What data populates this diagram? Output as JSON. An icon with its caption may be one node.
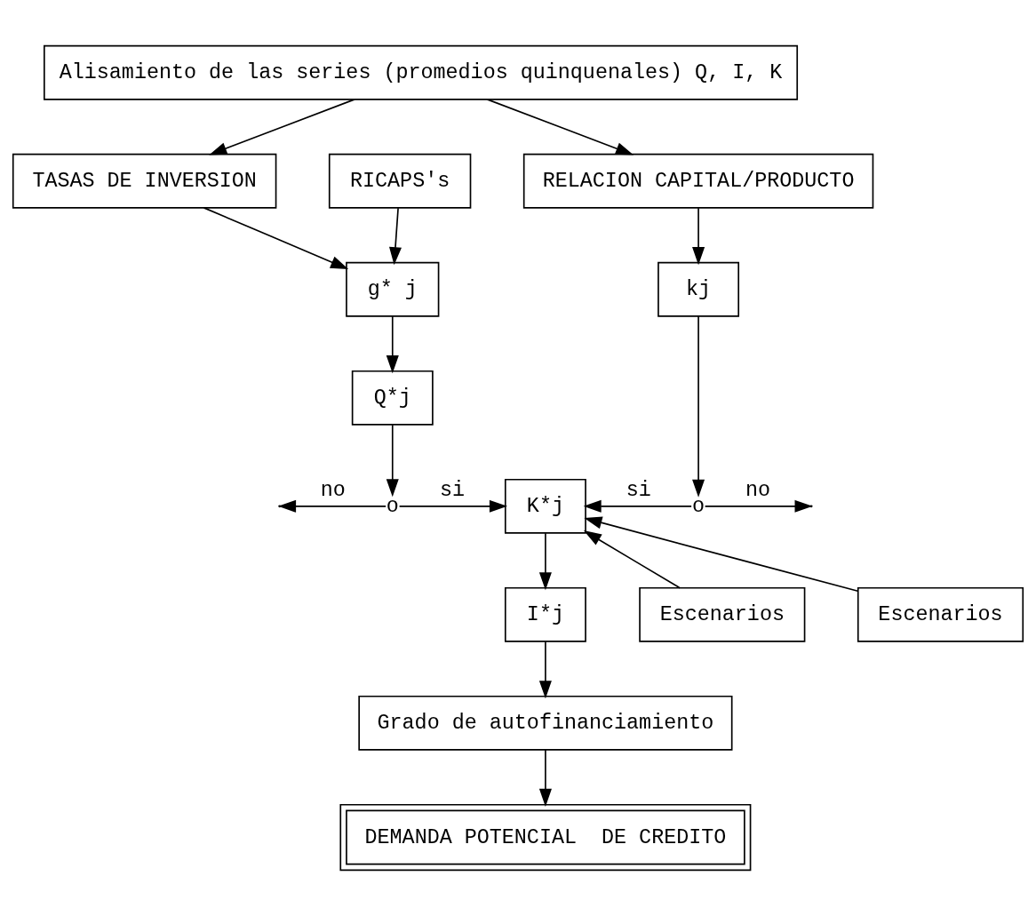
{
  "diagram": {
    "nodes": [
      {
        "text": [
          "Alisamiento de las series (promedios quinquenales) Q, I, K"
        ]
      },
      {
        "text": [
          "TASAS DE INVERSION"
        ]
      },
      {
        "text": [
          "RICAPS's"
        ]
      },
      {
        "text": [
          "RELACION CAPITAL/PRODUCTO"
        ]
      },
      {
        "text": [
          "g* j"
        ]
      },
      {
        "text": [
          "kj"
        ]
      },
      {
        "text": [
          "Q*j"
        ]
      },
      {
        "text": [
          "o"
        ]
      },
      {
        "text": [
          "K*j"
        ]
      },
      {
        "text": [
          "o"
        ]
      },
      {
        "text": [
          "Escenarios"
        ]
      },
      {
        "text": [
          "I*j"
        ]
      },
      {
        "text": [
          "Escenarios"
        ]
      },
      {
        "text": [
          "Grado de autofinanciamiento"
        ]
      },
      {
        "text": [
          "DEMANDA POTENCIAL  DE CREDITO"
        ]
      }
    ],
    "edges": [
      {
        "from": 0,
        "to": 1,
        "arrow": "to"
      },
      {
        "from": 0,
        "to": 3,
        "arrow": "to"
      },
      {
        "from": 1,
        "to": 4,
        "arrow": "to"
      },
      {
        "from": 2,
        "to": 4,
        "arrow": "to"
      },
      {
        "from": 3,
        "to": 5,
        "arrow": "to"
      },
      {
        "from": 4,
        "to": 6,
        "arrow": "to"
      },
      {
        "from": 6,
        "to": 7,
        "arrow": "to"
      },
      {
        "from": 5,
        "to": 9,
        "arrow": "to"
      },
      {
        "from": 7,
        "to": null,
        "arrow": "to",
        "label": "no"
      },
      {
        "from": 7,
        "to": 8,
        "arrow": "to",
        "label": "si"
      },
      {
        "from": 9,
        "to": 8,
        "arrow": "to",
        "label": "si"
      },
      {
        "from": 9,
        "to": null,
        "arrow": "to",
        "label": "no"
      },
      {
        "from": 10,
        "to": 8,
        "arrow": "to"
      },
      {
        "from": 12,
        "to": 8,
        "arrow": "to"
      },
      {
        "from": 8,
        "to": 11,
        "arrow": "to"
      },
      {
        "from": 11,
        "to": 13,
        "arrow": "to"
      },
      {
        "from": 13,
        "to": 14,
        "arrow": "to"
      }
    ]
  }
}
